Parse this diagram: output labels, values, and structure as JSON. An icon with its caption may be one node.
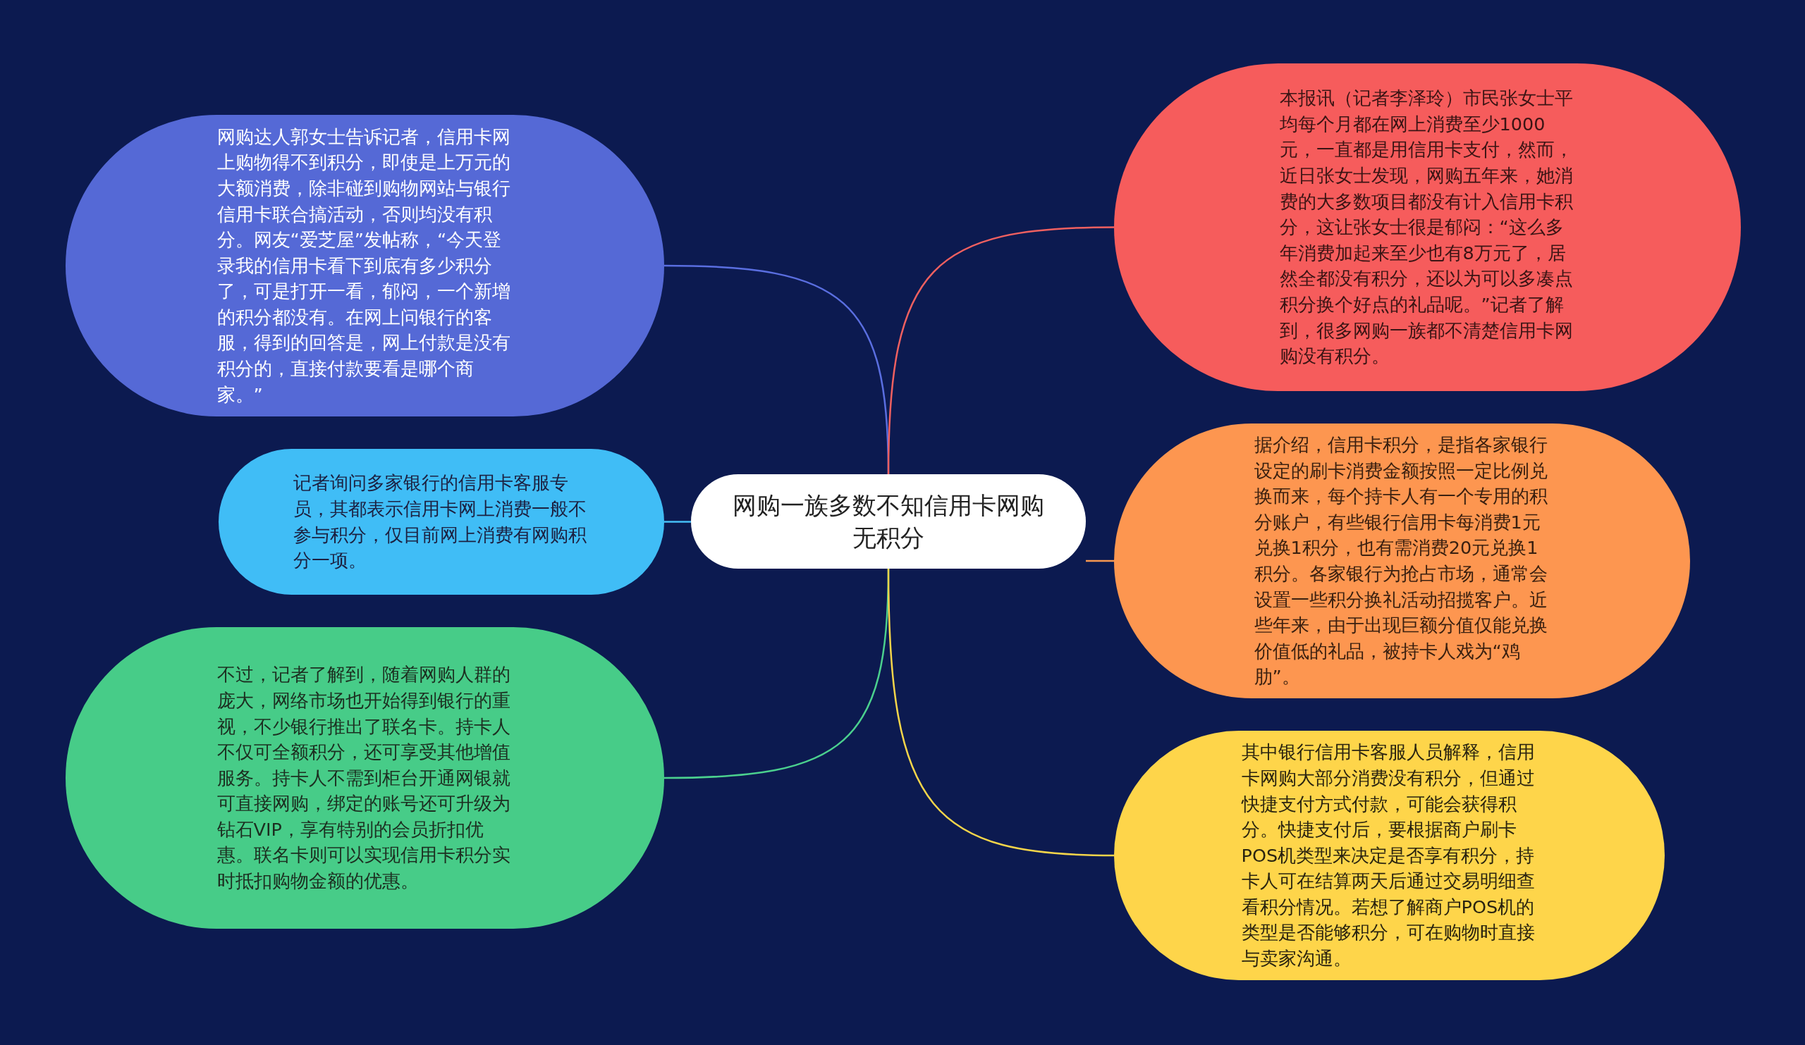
{
  "diagram": {
    "nodes": [
      {
        "text": [
          "网购一族多数不知信用卡网购无积分"
        ]
      },
      {
        "text": [
          "网购达人郭女士告诉记者，信用卡网上购物得不到积分，即使是上万元的大额消费，除非碰到购物网站与银行信用卡联合搞活动，否则均没有积分。网友“爱芝屋”发帖称，“今天登录我的信用卡看下到底有多少积分了，可是打开一看，郁闷，一个新增的积分都没有。在网上问银行的客服，得到的回答是，网上付款是没有积分的，直接付款要看是哪个商家。”"
        ]
      },
      {
        "text": [
          "记者询问多家银行的信用卡客服专员，其都表示信用卡网上消费一般不参与积分，仅目前网上消费有网购积分一项。"
        ]
      },
      {
        "text": [
          "不过，记者了解到，随着网购人群的庞大，网络市场也开始得到银行的重视，不少银行推出了联名卡。持卡人不仅可全额积分，还可享受其他增值服务。持卡人不需到柜台开通网银就可直接网购，绑定的账号还可升级为钻石VIP，享有特别的会员折扣优惠。联名卡则可以实现信用卡积分实时抵扣购物金额的优惠。"
        ]
      },
      {
        "text": [
          "本报讯（记者李泽玲）市民张女士平均每个月都在网上消费至少1000元，一直都是用信用卡支付，然而，近日张女士发现，网购五年来，她消费的大多数项目都没有计入信用卡积分，这让张女士很是郁闷：“这么多年消费加起来至少也有8万元了，居然全都没有积分，还以为可以多凑点积分换个好点的礼品呢。”记者了解到，很多网购一族都不清楚信用卡网购没有积分。"
        ]
      },
      {
        "text": [
          "据介绍，信用卡积分，是指各家银行设定的刷卡消费金额按照一定比例兑换而来，每个持卡人有一个专用的积分账户，有些银行信用卡每消费1元兑换1积分，也有需消费20元兑换1积分。各家银行为抢占市场，通常会设置一些积分换礼活动招揽客户。近些年来，由于出现巨额分值仅能兑换价值低的礼品，被持卡人戏为“鸡肋”。"
        ]
      },
      {
        "text": [
          "其中银行信用卡客服人员解释，信用卡网购大部分消费没有积分，但通过快捷支付方式付款，可能会获得积分。快捷支付后，要根据商户刷卡POS机类型来决定是否享有积分，持卡人可在结算两天后通过交易明细查看积分情况。若想了解商户POS机的类型是否能够积分，可在购物时直接与卖家沟通。"
        ]
      }
    ],
    "edges": [
      {
        "from": 0,
        "to": 1,
        "arrow": "none",
        "color": "#5a6ee0"
      },
      {
        "from": 0,
        "to": 2,
        "arrow": "none",
        "color": "#45bff7"
      },
      {
        "from": 0,
        "to": 3,
        "arrow": "none",
        "color": "#4bd08e"
      },
      {
        "from": 0,
        "to": 4,
        "arrow": "none",
        "color": "#f06060"
      },
      {
        "from": 0,
        "to": 5,
        "arrow": "none",
        "color": "#f89850"
      },
      {
        "from": 0,
        "to": 6,
        "arrow": "none",
        "color": "#f5d54a"
      }
    ]
  }
}
